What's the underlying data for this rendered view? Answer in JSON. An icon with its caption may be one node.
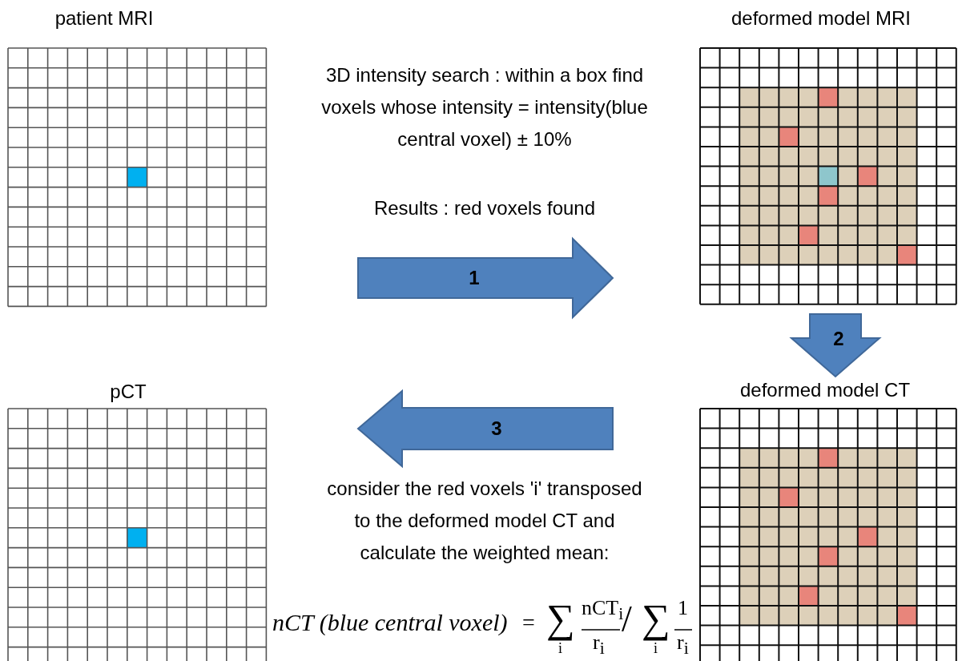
{
  "diagram": {
    "nodes": [
      {
        "text": [
          "patient MRI"
        ]
      },
      {
        "text": [
          "deformed model MRI"
        ]
      },
      {
        "text": [
          "pCT"
        ]
      },
      {
        "text": [
          "deformed model CT"
        ]
      }
    ],
    "edges": [
      {
        "from": 0,
        "to": 1,
        "arrow": "to",
        "label": "1"
      },
      {
        "from": 1,
        "to": 3,
        "arrow": "to",
        "label": "2"
      },
      {
        "from": 3,
        "to": 2,
        "arrow": "to",
        "label": "3"
      }
    ],
    "labels": [
      "3D intensity search : within a box find voxels whose intensity = intensity(blue central voxel) ± 10%",
      "Results : red voxels found",
      "consider the red voxels 'i' transposed to the deformed model CT and calculate the weighted mean:",
      "nCT (blue central voxel)",
      "=",
      "∑",
      "i",
      "nCT$_{i}$",
      "r$_{i}$",
      "/",
      "∑",
      "i",
      "1",
      "r$_{i}$"
    ]
  }
}
